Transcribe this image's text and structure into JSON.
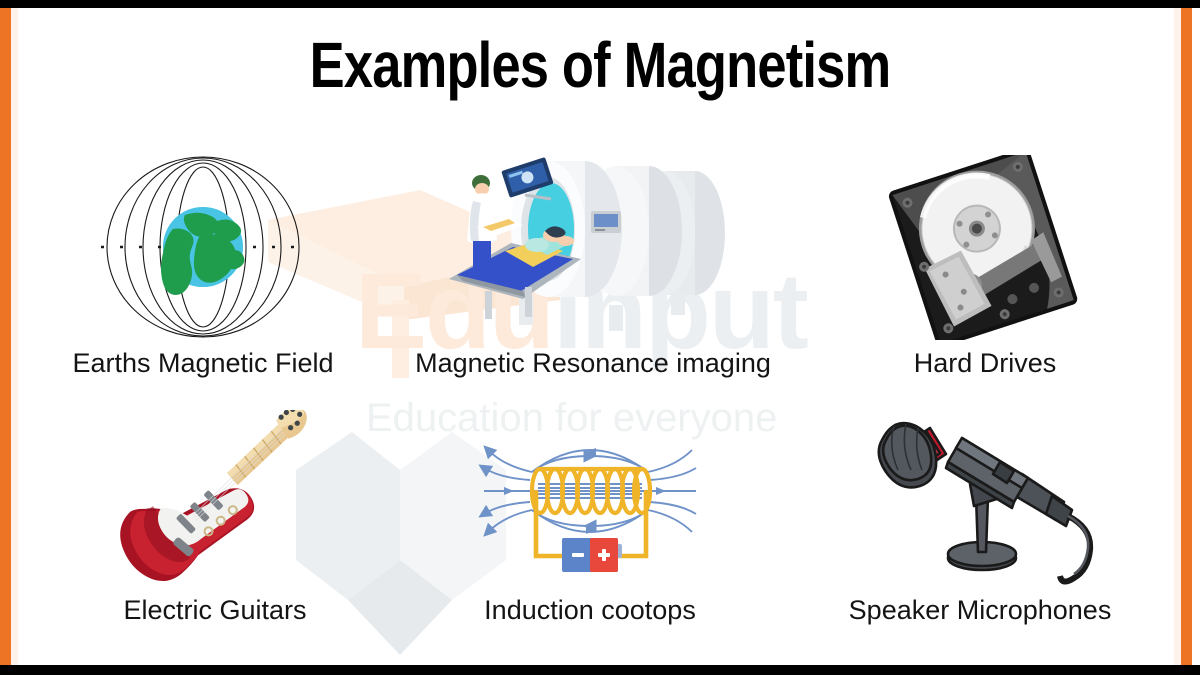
{
  "page": {
    "title": "Examples of Magnetism",
    "background_color": "#ffffff",
    "border_color": "#ec7424",
    "bar_color": "#000000"
  },
  "watermark": {
    "brand_first": "Edu",
    "brand_second": "input",
    "tagline": "Education for everyone",
    "brand_first_color": "#fdeadb",
    "brand_second_color": "#eceff1",
    "tagline_color": "#eef1f2"
  },
  "examples": [
    {
      "label": "Earths Magnetic Field",
      "icon": "earth-magnetic-field-illustration"
    },
    {
      "label": "Magnetic Resonance imaging",
      "icon": "mri-scanner-illustration"
    },
    {
      "label": "Hard Drives",
      "icon": "hard-disk-drive-illustration"
    },
    {
      "label": "Electric Guitars",
      "icon": "electric-guitar-illustration"
    },
    {
      "label": "Induction cootops",
      "icon": "solenoid-coil-battery-illustration"
    },
    {
      "label": "Speaker Microphones",
      "icon": "microphone-on-stand-illustration"
    }
  ]
}
